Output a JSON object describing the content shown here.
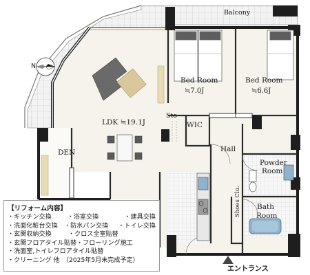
{
  "rooms": {
    "balcony": "Balcony",
    "bedroom1": {
      "name": "Bed Room",
      "area": "≒7.0J"
    },
    "bedroom2": {
      "name": "Bed Room",
      "area": "≒6.6J"
    },
    "ldk": "LDK ≒19.1J",
    "storage": "Sto",
    "wic": "WIC",
    "den": "DEN",
    "hall": "Hall",
    "powder_room": {
      "line1": "Powder",
      "line2": "Room"
    },
    "bath_room": {
      "line1": "Bath",
      "line2": "Room"
    },
    "shoes_closet": "Shoes Clo."
  },
  "compass": {
    "north_label": "N"
  },
  "entrance": {
    "label": "エントランス"
  },
  "renovation": {
    "title": "【リフォーム内容】",
    "rows": [
      [
        "・キッチン交換",
        "・浴室交換",
        "・建具交換"
      ],
      [
        "・洗面化粧台交換",
        "・防水パン交換",
        "・トイレ交換"
      ],
      [
        "・玄関収納交換",
        "・クロス全室貼替"
      ],
      [
        "・玄関フロアタイル貼替・フローリング施工"
      ],
      [
        "・洗面室,トイレフロアタイル貼替"
      ],
      [
        "・クリーニング 他",
        "（2025年5月末完成予定）"
      ]
    ]
  },
  "colors": {
    "wall": "#1e1e1e",
    "floor_wood": "#f6f3ec",
    "sofa": "#6a6a6a",
    "table_dark": "#555555",
    "rug": "#d9c79e",
    "den_wood": "#e7dcb6",
    "bath_blue": "#8fb3cc",
    "kitchen_grey": "#9c9c9c",
    "balcony_tile": "#f3f3f3"
  }
}
